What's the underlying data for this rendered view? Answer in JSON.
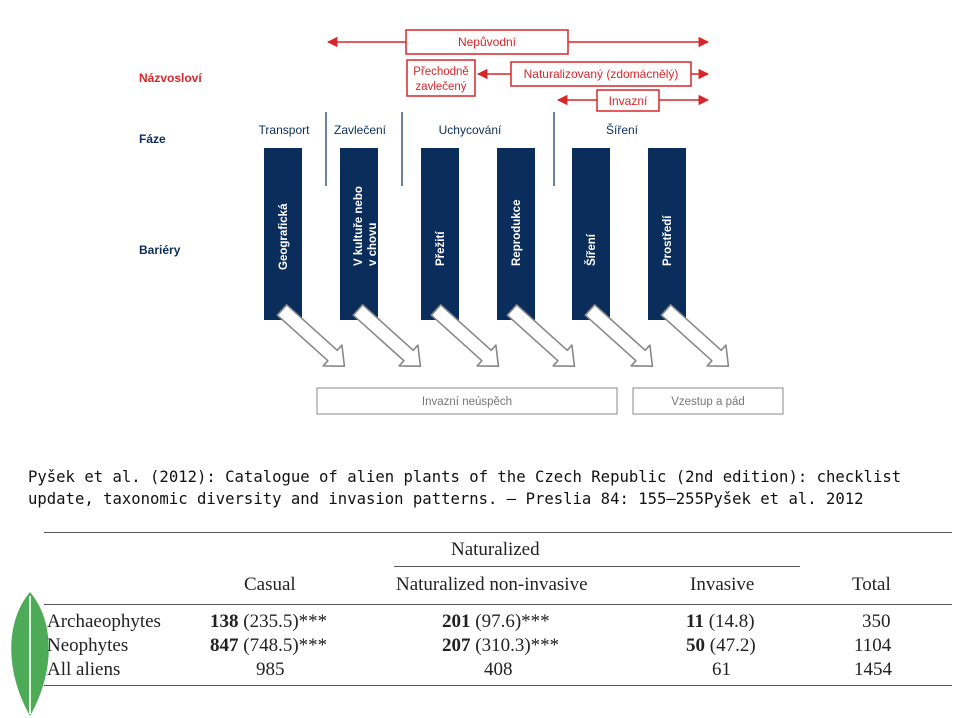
{
  "nomenclature": {
    "label": "Názvosloví",
    "non_native": "Nepůvodní",
    "casual_line1": "Přechodně",
    "casual_line2": "zavlečený",
    "naturalized": "Naturalizovaný (zdomácnělý)",
    "invasive": "Invazní"
  },
  "phases": {
    "label": "Fáze",
    "items": [
      "Transport",
      "Zavlečení",
      "Uchycování",
      "Šíření"
    ]
  },
  "barriers": {
    "label": "Bariéry",
    "items": [
      {
        "line1": "Geografická",
        "line2": ""
      },
      {
        "line1": "V kultuře nebo",
        "line2": "v chovu"
      },
      {
        "line1": "Přežití",
        "line2": ""
      },
      {
        "line1": "Reprodukce",
        "line2": ""
      },
      {
        "line1": "Šíření",
        "line2": ""
      },
      {
        "line1": "Prostředí",
        "line2": ""
      }
    ]
  },
  "outcomes": {
    "failure": "Invazní neúspěch",
    "boom_bust": "Vzestup a pád"
  },
  "citation": "Pyšek et al. (2012): Catalogue of alien plants of the Czech Republic (2nd edition): checklist update, taxonomic diversity and invasion patterns. — Preslia 84: 155—255Pyšek et al. 2012",
  "table": {
    "group_header": "Naturalized",
    "columns": [
      "Casual",
      "Naturalized non-invasive",
      "Invasive",
      "Total"
    ],
    "rows": [
      {
        "label": "Archaeophytes",
        "casual": "138",
        "casual_exp": "(235.5)***",
        "noninv": "201",
        "noninv_exp": "(97.6)***",
        "inv": "11",
        "inv_exp": "(14.8)",
        "total": "350"
      },
      {
        "label": "Neophytes",
        "casual": "847",
        "casual_exp": "(748.5)***",
        "noninv": "207",
        "noninv_exp": "(310.3)***",
        "inv": "50",
        "inv_exp": "(47.2)",
        "total": "1104"
      },
      {
        "label": "All aliens",
        "casual": "985",
        "casual_exp": "",
        "noninv": "408",
        "noninv_exp": "",
        "inv": "61",
        "inv_exp": "",
        "total": "1454"
      }
    ]
  },
  "colors": {
    "red": "#d9262b",
    "navy": "#0b2d5b",
    "grey": "#888888",
    "leaf": "#2e9b3a"
  }
}
